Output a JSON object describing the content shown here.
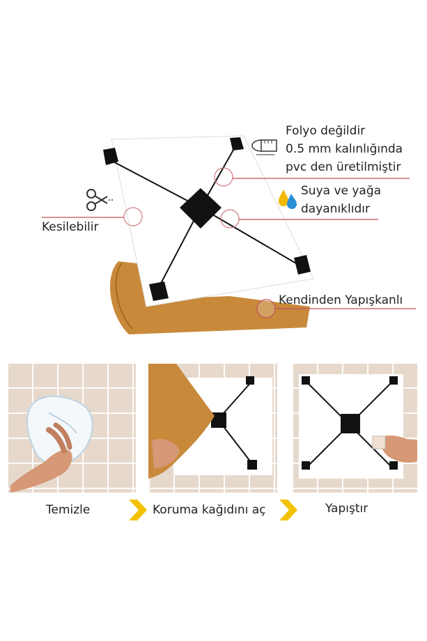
{
  "features": {
    "material_line1": "Folyo değildir",
    "material_line2": "0.5 mm kalınlığında",
    "material_line3": "pvc den üretilmiştir",
    "water_line1": "Suya ve yağa",
    "water_line2": "dayanıklıdır",
    "cut": "Kesilebilir",
    "adhesive": "Kendinden Yapışkanlı"
  },
  "steps": [
    {
      "label": "Temizle"
    },
    {
      "label": "Koruma kağıdını aç"
    },
    {
      "label": "Yapıştır"
    }
  ],
  "colors": {
    "accent_line": "#c0505a",
    "backing": "#c88a3a",
    "arrow": "#f2c200",
    "marble": "#111111"
  },
  "icons": [
    "tape-measure-icon",
    "water-drop-icon",
    "scissors-icon",
    "chevron-right-icon"
  ]
}
